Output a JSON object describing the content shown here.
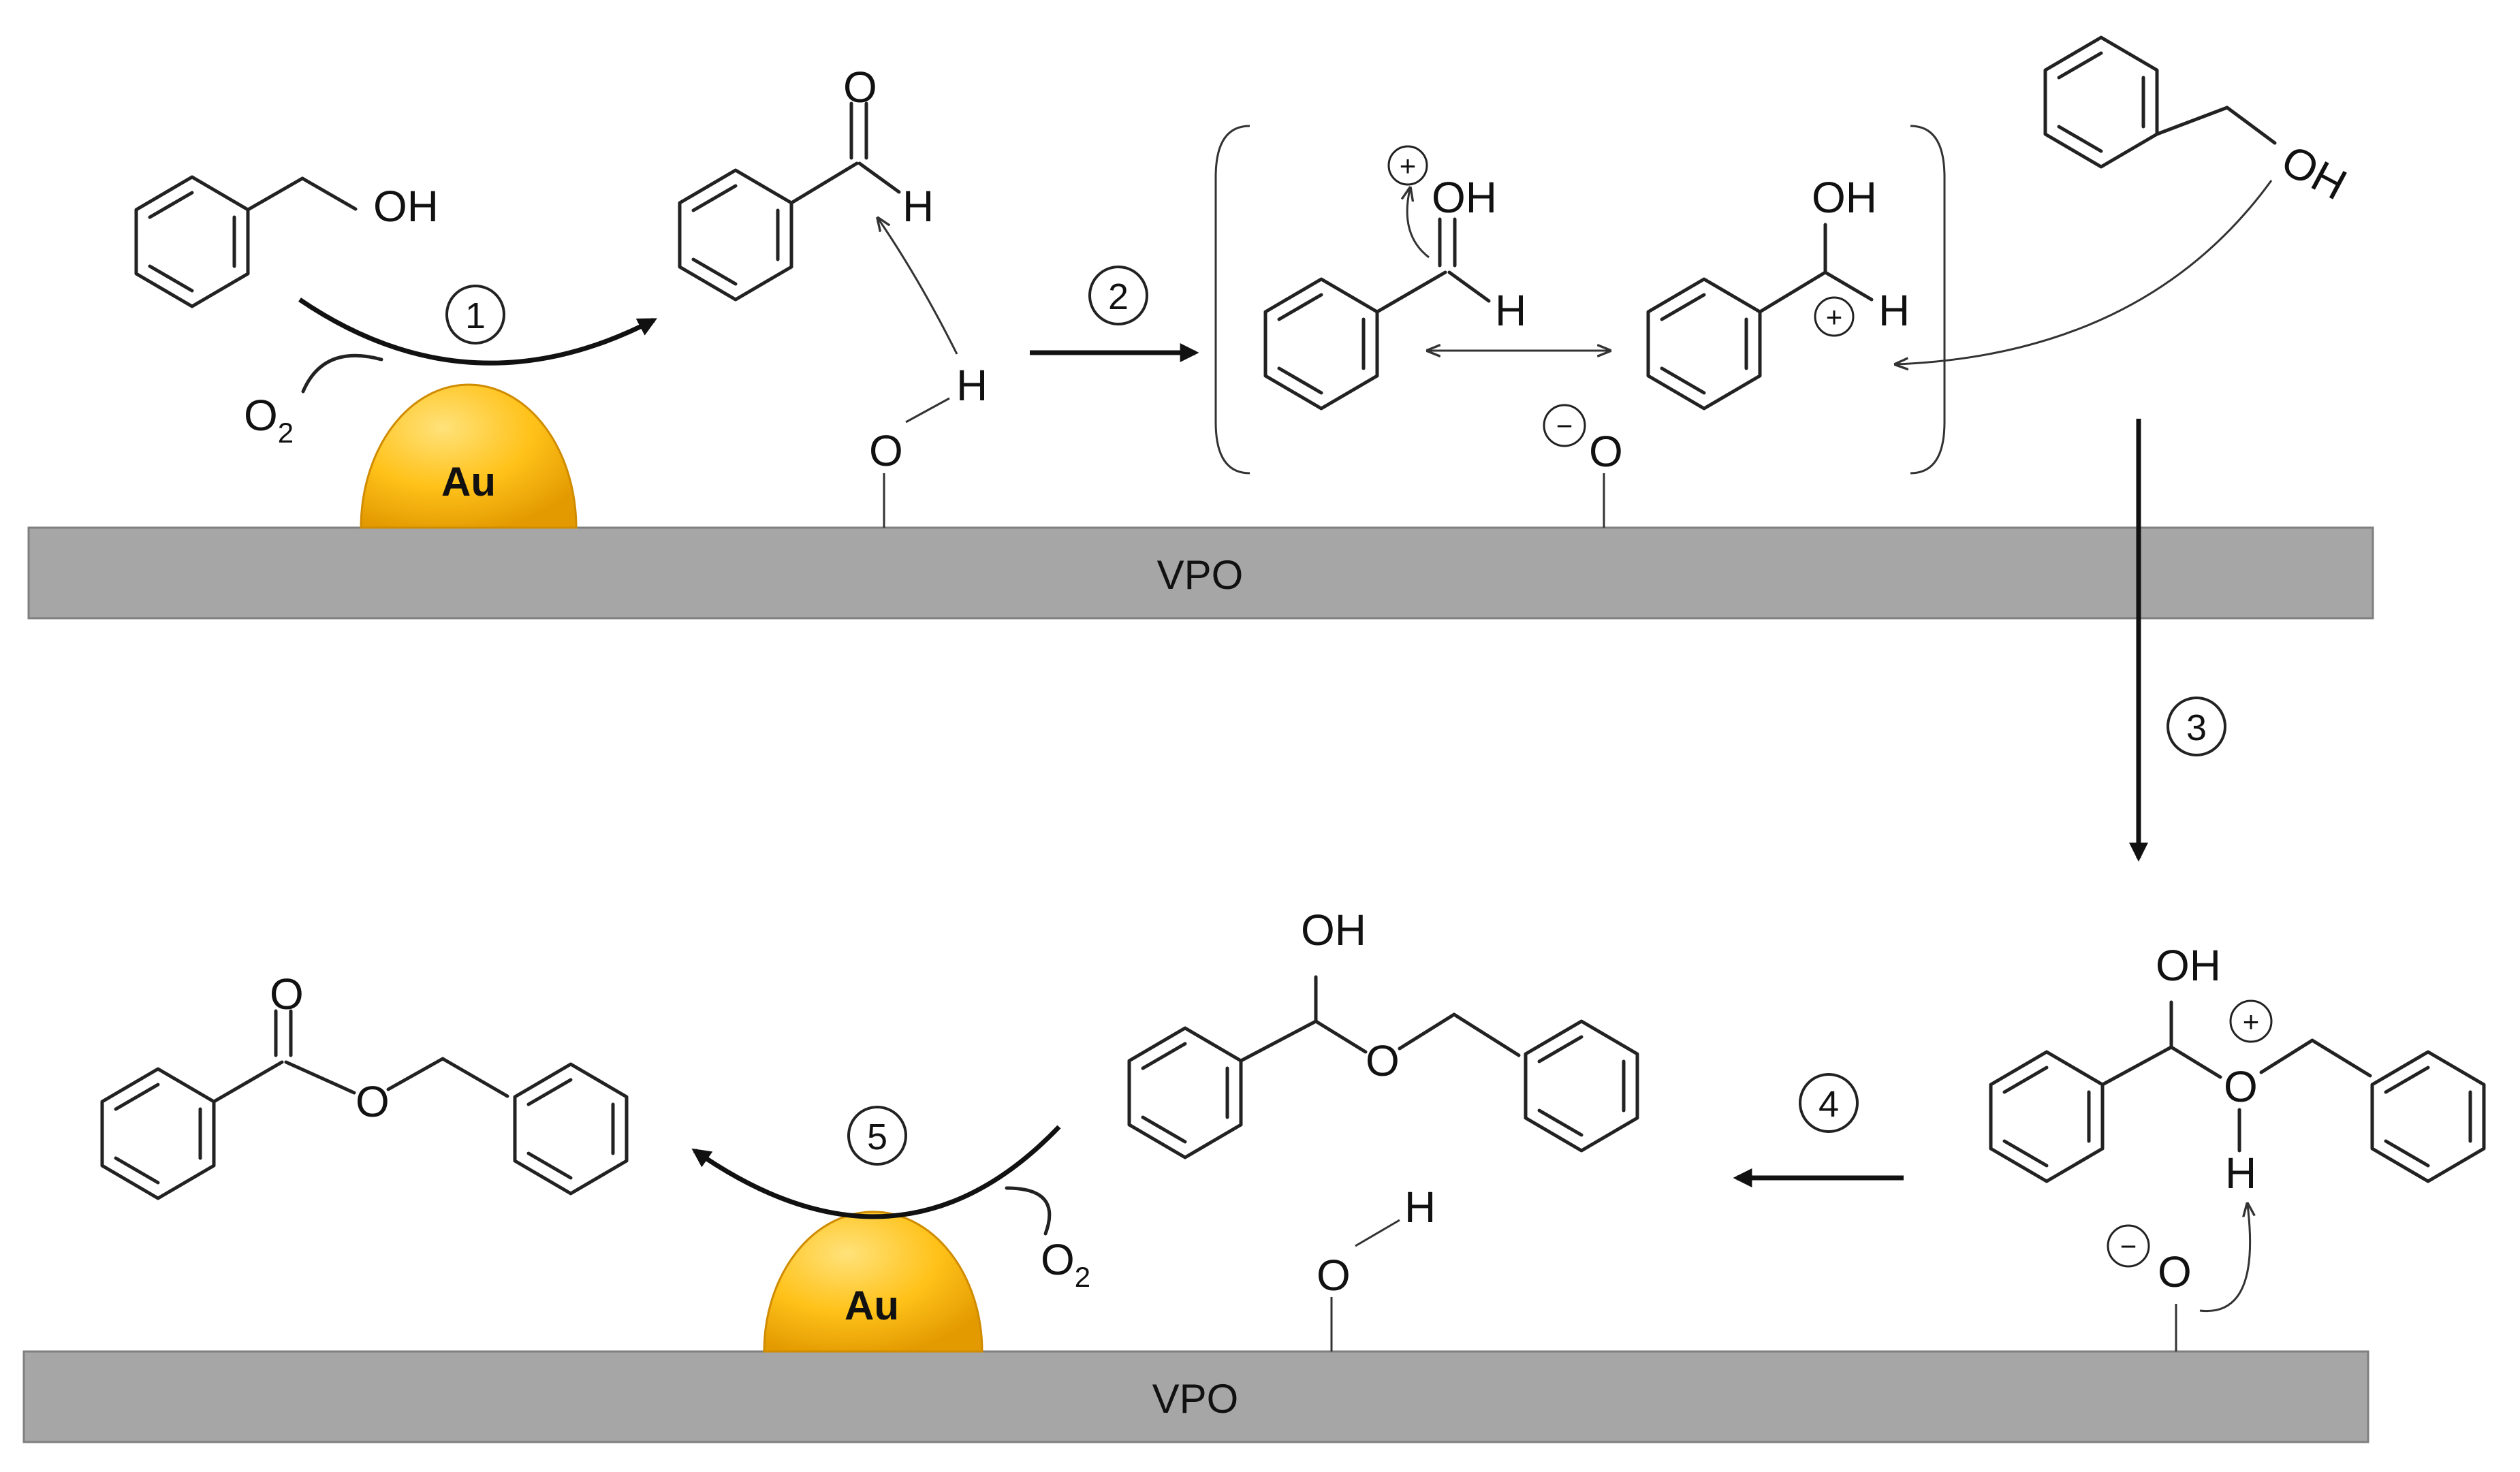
{
  "support": {
    "label": "VPO"
  },
  "gold": {
    "label": "Au"
  },
  "oxygen": {
    "label": "O",
    "subscript": "2"
  },
  "atoms": {
    "O": "O",
    "H": "H",
    "OH": "OH"
  },
  "charges": {
    "plus": "+",
    "minus": "−"
  },
  "steps": [
    "1",
    "2",
    "3",
    "4",
    "5"
  ],
  "colors": {
    "support": "#a6a6a6",
    "support_border": "#7f7f7f",
    "gold_light": "#ffd54a",
    "gold_dark": "#e8a300",
    "ink": "#111111"
  }
}
